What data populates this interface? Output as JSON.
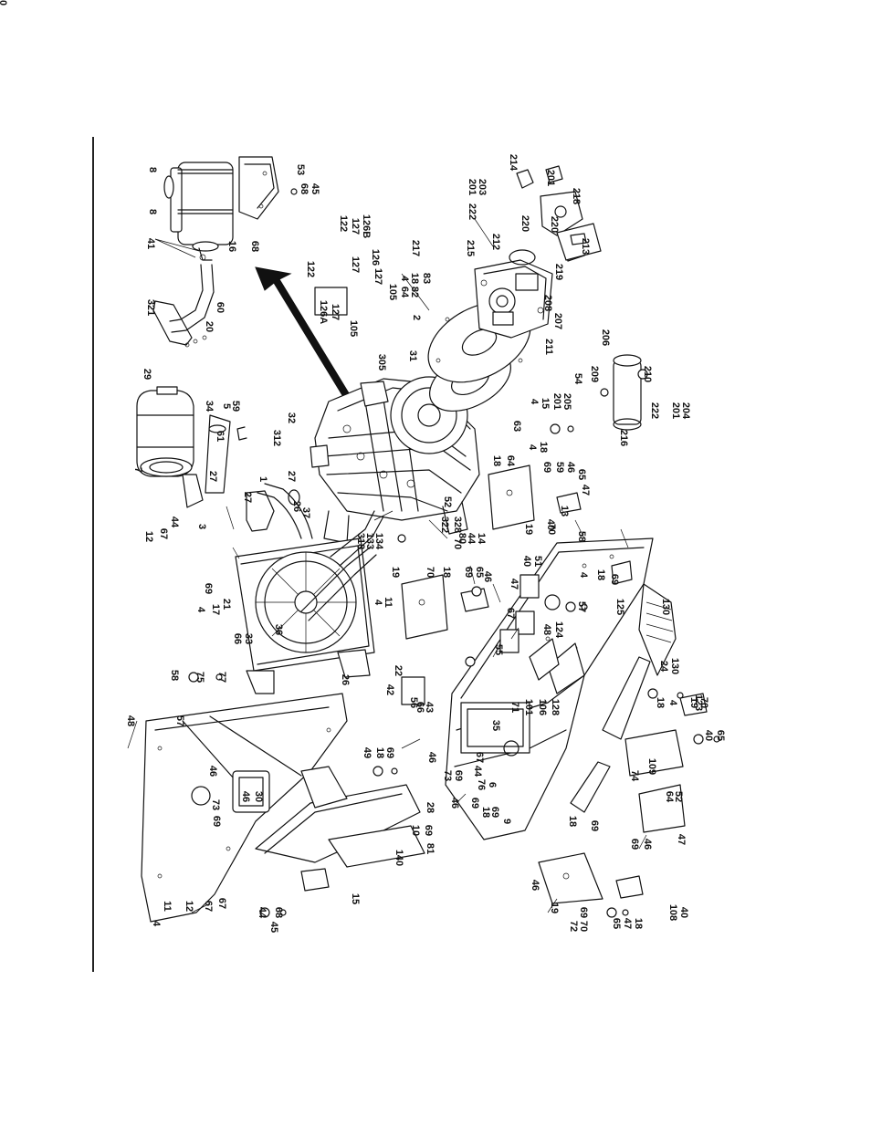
{
  "diagram": {
    "labels": [
      "8",
      "53",
      "8",
      "68",
      "45",
      "41",
      "16",
      "68",
      "321",
      "60",
      "20",
      "29",
      "34",
      "5",
      "59",
      "61",
      "7",
      "27",
      "3",
      "27",
      "12",
      "67",
      "44",
      "122",
      "127",
      "126B",
      "126",
      "122",
      "127",
      "126A",
      "127",
      "105",
      "127",
      "105",
      "4",
      "18",
      "83",
      "64",
      "82",
      "217",
      "2",
      "201",
      "203",
      "222",
      "214",
      "201",
      "220",
      "212",
      "215",
      "218",
      "220",
      "219",
      "213",
      "208",
      "207",
      "211",
      "31",
      "305",
      "4",
      "15",
      "201",
      "205",
      "63",
      "216",
      "206",
      "209",
      "210",
      "222",
      "201",
      "204",
      "32",
      "312",
      "27",
      "1",
      "26",
      "37",
      "318",
      "133",
      "134",
      "322",
      "328",
      "52",
      "80",
      "44",
      "14",
      "18",
      "64",
      "4",
      "18",
      "69",
      "59",
      "46",
      "65",
      "47",
      "19",
      "70",
      "40",
      "54",
      "69",
      "4",
      "17",
      "21",
      "66",
      "33",
      "26",
      "36",
      "4",
      "11",
      "19",
      "70",
      "70",
      "18",
      "69",
      "65",
      "46",
      "47",
      "40",
      "51",
      "13",
      "67",
      "55",
      "42",
      "22",
      "56",
      "66",
      "43",
      "71",
      "101",
      "106",
      "128",
      "48",
      "124",
      "57",
      "58",
      "4",
      "18",
      "69",
      "125",
      "130",
      "24",
      "130",
      "123",
      "48",
      "57",
      "58",
      "75",
      "77",
      "49",
      "18",
      "69",
      "46",
      "73",
      "69",
      "46",
      "30",
      "28",
      "35",
      "67",
      "44",
      "76",
      "6",
      "46",
      "73",
      "69",
      "69",
      "18",
      "69",
      "9",
      "10",
      "69",
      "46",
      "18",
      "69",
      "74",
      "109",
      "64",
      "52",
      "18",
      "4",
      "19",
      "70",
      "40",
      "65",
      "47",
      "69",
      "46",
      "108",
      "40",
      "65",
      "47",
      "18",
      "69",
      "46",
      "19",
      "72",
      "70",
      "4",
      "11",
      "12",
      "67",
      "67",
      "44",
      "45",
      "68",
      "15",
      "140",
      "81",
      "50"
    ]
  }
}
